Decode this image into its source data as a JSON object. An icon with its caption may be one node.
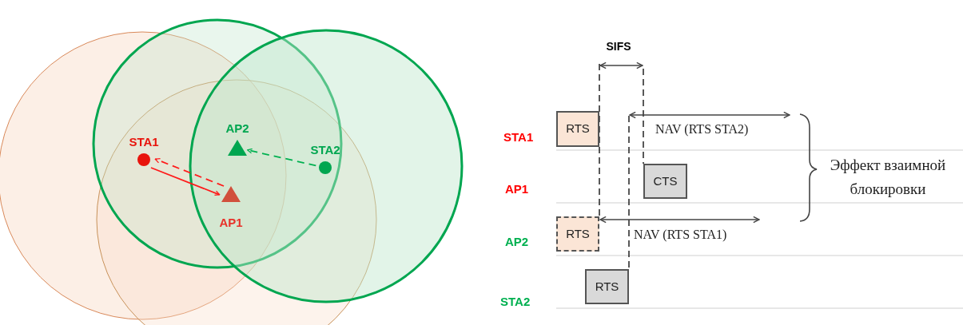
{
  "diagram": {
    "nodes": [
      {
        "text": [
          "STA1"
        ]
      },
      {
        "text": [
          "AP1"
        ]
      },
      {
        "text": [
          "AP2"
        ]
      },
      {
        "text": [
          "STA2"
        ]
      },
      {
        "text": [
          "RTS"
        ]
      },
      {
        "text": [
          "CTS"
        ]
      },
      {
        "text": [
          "RTS"
        ]
      },
      {
        "text": [
          "RTS"
        ]
      }
    ],
    "edges": [
      {
        "from": 0,
        "to": 1,
        "arrow": "to"
      },
      {
        "from": 1,
        "to": 0,
        "arrow": "to",
        "style": "dashed"
      },
      {
        "from": 3,
        "to": 2,
        "arrow": "to",
        "style": "dashed",
        "color": "#00b050"
      }
    ],
    "labels": [
      "SIFS",
      "STA1",
      "NAV (RTS STA2)",
      "AP1",
      "Эффект взаимной блокировки",
      "AP2",
      "NAV (RTS STA1)",
      "STA2"
    ]
  }
}
